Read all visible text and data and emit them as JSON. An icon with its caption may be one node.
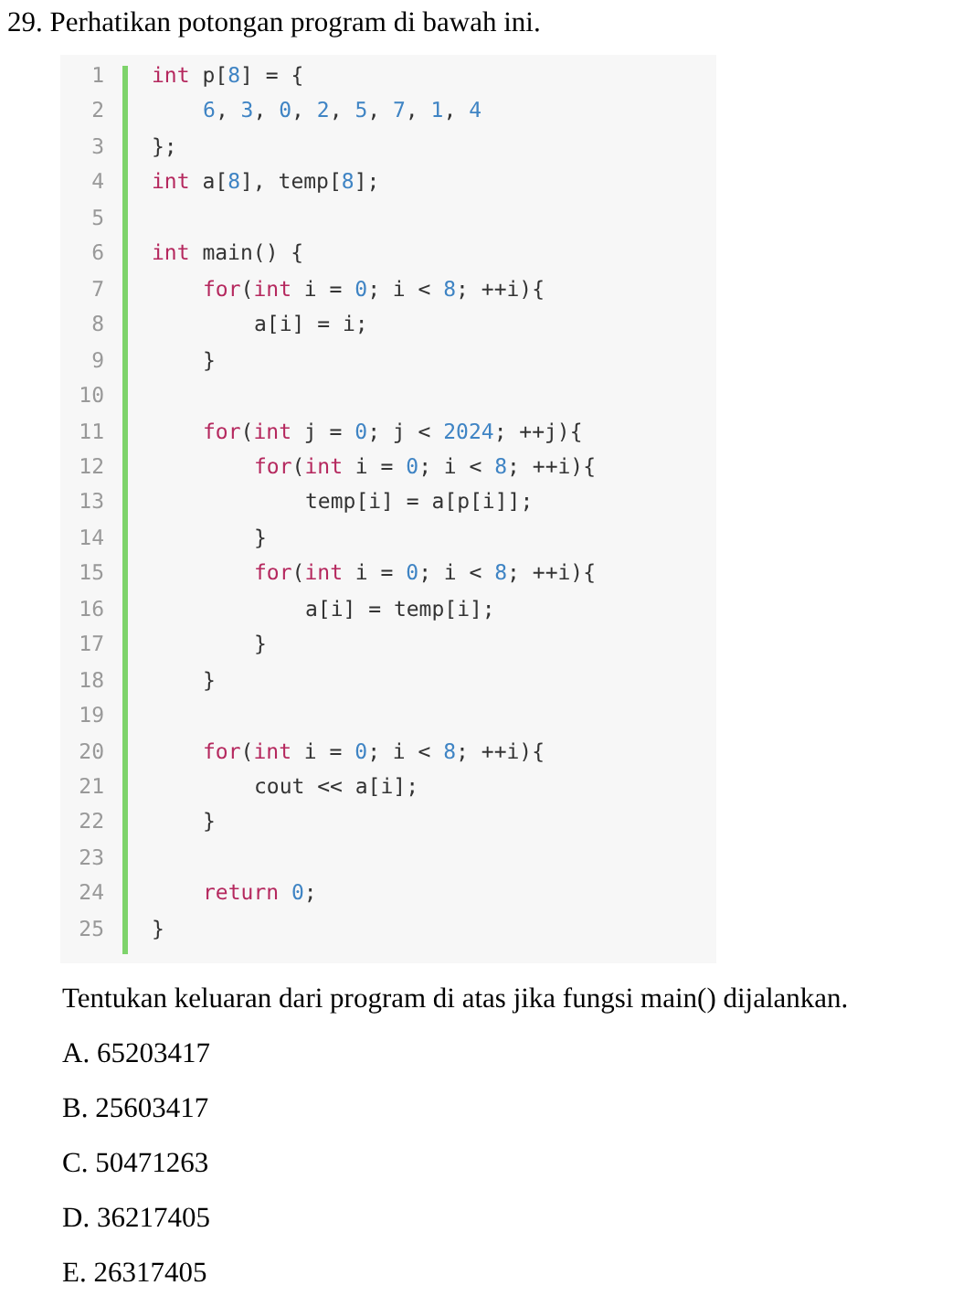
{
  "diagram": {
    "title": "29. Perhatikan potongan program di bawah ini.",
    "labels": [
      "1",
      "int p[8] = {",
      "2",
      "6, 3, 0, 2, 5, 7, 1, 4",
      "3",
      "};",
      "4",
      "int a[8], temp[8];",
      "5",
      "6",
      "int main() {",
      "7",
      "for(int i = 0; i < 8; ++i){",
      "8",
      "a[i] = i;",
      "9",
      "}",
      "10",
      "11",
      "for(int j = 0; j < 2024; ++j){",
      "12",
      "for(int i = 0; i < 8; ++i){",
      "13",
      "temp[i] = a[p[i]];",
      "14",
      "}",
      "15",
      "for(int i = 0; i < 8; ++i){",
      "16",
      "a[i] = temp[i];",
      "17",
      "}",
      "18",
      "}",
      "19",
      "20",
      "for(int i = 0; i < 8; ++i){",
      "21",
      "cout << a[i];",
      "22",
      "}",
      "23",
      "24",
      "return 0;",
      "25",
      "}",
      "Tentukan keluaran dari program di atas jika fungsi main() dijalankan.",
      "A. 65203417",
      "B. 25603417",
      "C. 50471263",
      "D. 36217405",
      "E. 26317405"
    ]
  }
}
